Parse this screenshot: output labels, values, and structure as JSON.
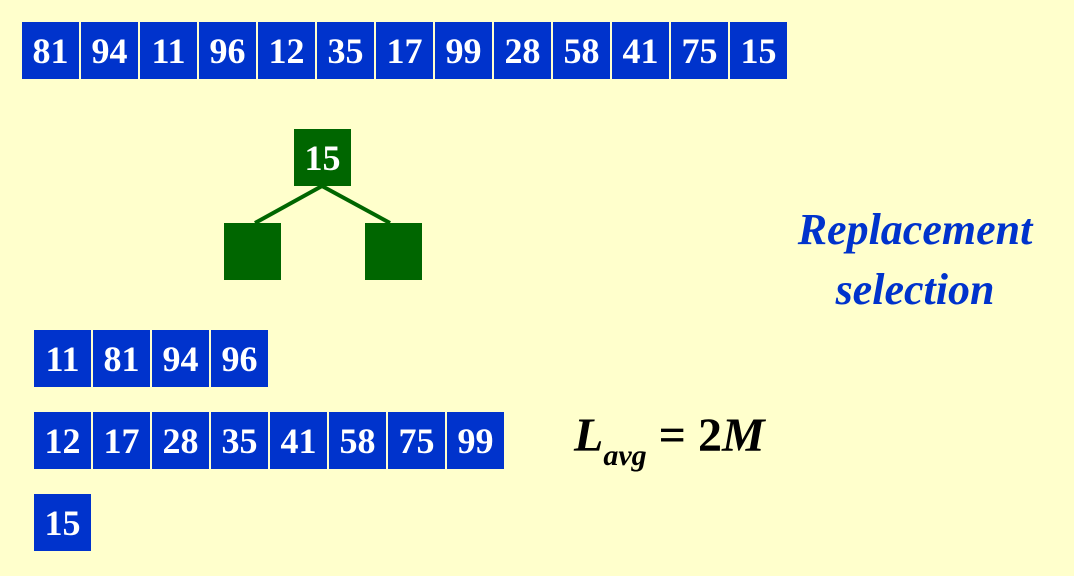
{
  "input_sequence": [
    "81",
    "94",
    "11",
    "96",
    "12",
    "35",
    "17",
    "99",
    "28",
    "58",
    "41",
    "75",
    "15"
  ],
  "tree": {
    "root": "15",
    "left": "",
    "right": ""
  },
  "runs": [
    [
      "11",
      "81",
      "94",
      "96"
    ],
    [
      "12",
      "17",
      "28",
      "35",
      "41",
      "58",
      "75",
      "99"
    ],
    [
      "15"
    ]
  ],
  "caption": {
    "line1": "Replacement",
    "line2": "selection"
  },
  "formula": {
    "lhs": "L",
    "subscript": "avg",
    "equals": " = ",
    "coefficient": "2",
    "rhs_var": "M"
  },
  "colors": {
    "background": "#FFFFCC",
    "cell_fill": "#0033CC",
    "node_fill": "#006600",
    "caption_text": "#0033CC"
  }
}
